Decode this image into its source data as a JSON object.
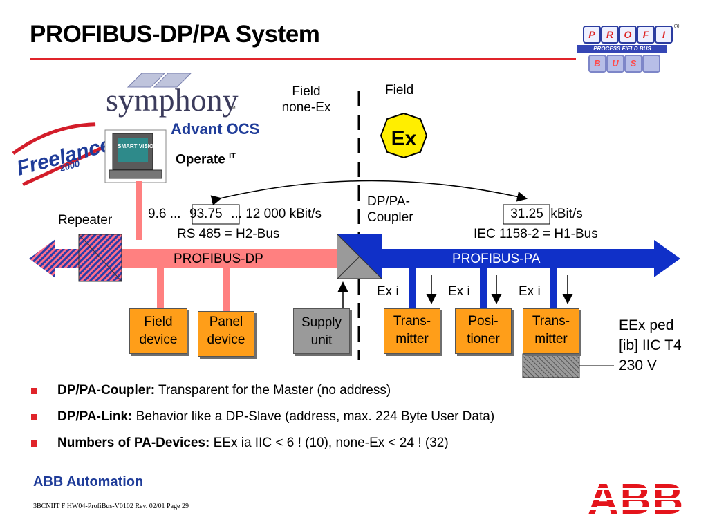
{
  "title": "PROFIBUS-DP/PA System",
  "logos": {
    "profibus_top_letters": [
      "P",
      "R",
      "O",
      "F",
      "I"
    ],
    "profibus_bottom_letters": [
      "B",
      "U",
      "S"
    ],
    "profibus_tagline": "PROCESS FIELD BUS",
    "registered": "®",
    "symphony": "symphony",
    "symphony_tm": "TM",
    "freelance": "Freelance",
    "freelance_year": "2000",
    "smart_vision": "SMART VISION",
    "abb": "ABB"
  },
  "diagram": {
    "advant_ocs": "Advant OCS",
    "operate": "Operate",
    "operate_sup": "IT",
    "field_none_ex_line1": "Field",
    "field_none_ex_line2": "none-Ex",
    "field_ex": "Field",
    "ex_symbol": "Ex",
    "repeater": "Repeater",
    "dp_speed_prefix": "9.6 ...",
    "dp_speed_boxed": "93.75",
    "dp_speed_suffix": "... 12 000 kBit/s",
    "dp_standard": "RS 485 = H2-Bus",
    "coupler_line1": "DP/PA-",
    "coupler_line2": "Coupler",
    "pa_speed_boxed": "31.25",
    "pa_speed_unit": "kBit/s",
    "pa_standard": "IEC 1158-2 = H1-Bus",
    "dp_bus_label": "PROFIBUS-DP",
    "pa_bus_label": "PROFIBUS-PA",
    "ex_i_labels": [
      "Ex i",
      "Ex i",
      "Ex i"
    ],
    "devices": {
      "field_device": [
        "Field",
        "device"
      ],
      "panel_device": [
        "Panel",
        "device"
      ],
      "supply_unit": [
        "Supply",
        "unit"
      ],
      "transmitter_1": [
        "Trans-",
        "mitter"
      ],
      "positioner": [
        "Posi-",
        "tioner"
      ],
      "transmitter_2": [
        "Trans-",
        "mitter"
      ]
    },
    "eex_note": [
      "EEx ped",
      "[ib] IIC T4",
      "230 V"
    ]
  },
  "bullets": [
    {
      "bold": "DP/PA-Coupler:",
      "text": " Transparent for the Master (no address)"
    },
    {
      "bold": "DP/PA-Link:",
      "text": " Behavior like a DP-Slave (address, max. 224 Byte User Data)"
    },
    {
      "bold": "Numbers of PA-Devices:",
      "text": " EEx ia IIC < 6 ! (10), none-Ex < 24 ! (32)"
    }
  ],
  "footer": {
    "company": "ABB Automation",
    "reference": "3BCNIIT F HW04-ProfiBus-V0102  Rev. 02/01 Page 29"
  },
  "colors": {
    "title_rule": "#e0242a",
    "dp_bus": "#ff8080",
    "pa_bus": "#1030c8",
    "device_box": "#ff9e19",
    "supply_box": "#9a9a9a",
    "footer_text": "#1f3c99",
    "abb_red": "#e4141b"
  }
}
